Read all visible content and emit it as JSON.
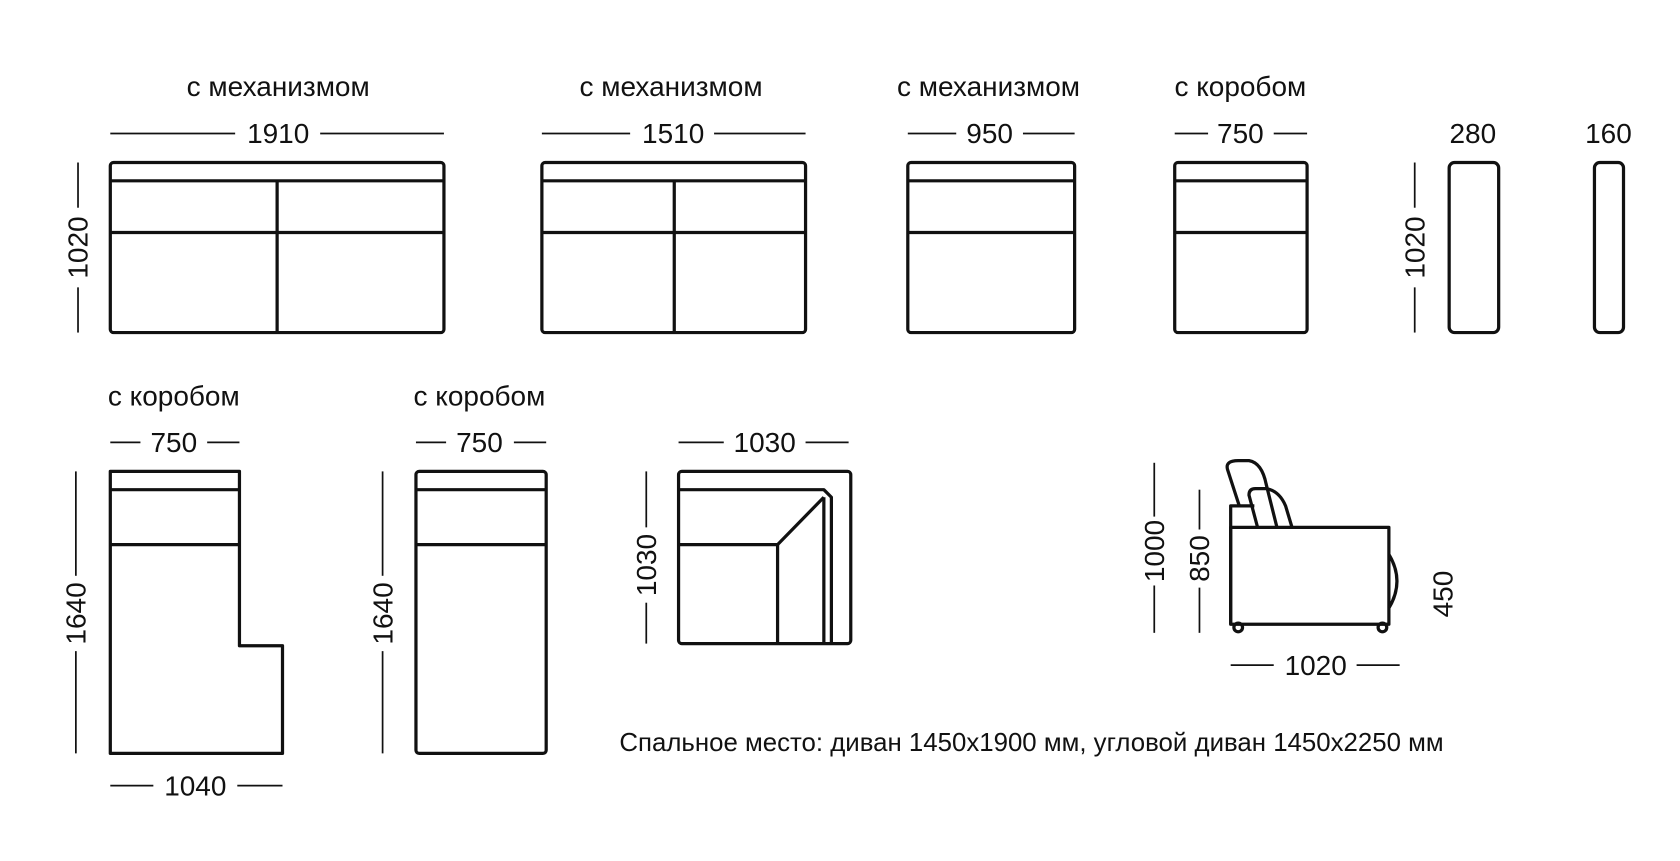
{
  "modules": [
    {
      "title": "с механизмом",
      "width": "1910",
      "depth": "1020"
    },
    {
      "title": "с механизмом",
      "width": "1510"
    },
    {
      "title": "с механизмом",
      "width": "950"
    },
    {
      "title": "с коробом",
      "width": "750"
    },
    {
      "title": "",
      "width": "280",
      "depth": "1020"
    },
    {
      "title": "",
      "width": "160"
    },
    {
      "title": "с коробом",
      "width": "750",
      "depth": "1640",
      "bottom_width": "1040"
    },
    {
      "title": "с коробом",
      "width": "750",
      "depth": "1640"
    },
    {
      "title": "",
      "width": "1030",
      "depth": "1030"
    }
  ],
  "side_view": {
    "height_total": "1000",
    "height_back": "850",
    "seat_height": "450",
    "depth": "1020"
  },
  "caption": "Спальное место: диван 1450х1900 мм, угловой диван 1450х2250 мм"
}
